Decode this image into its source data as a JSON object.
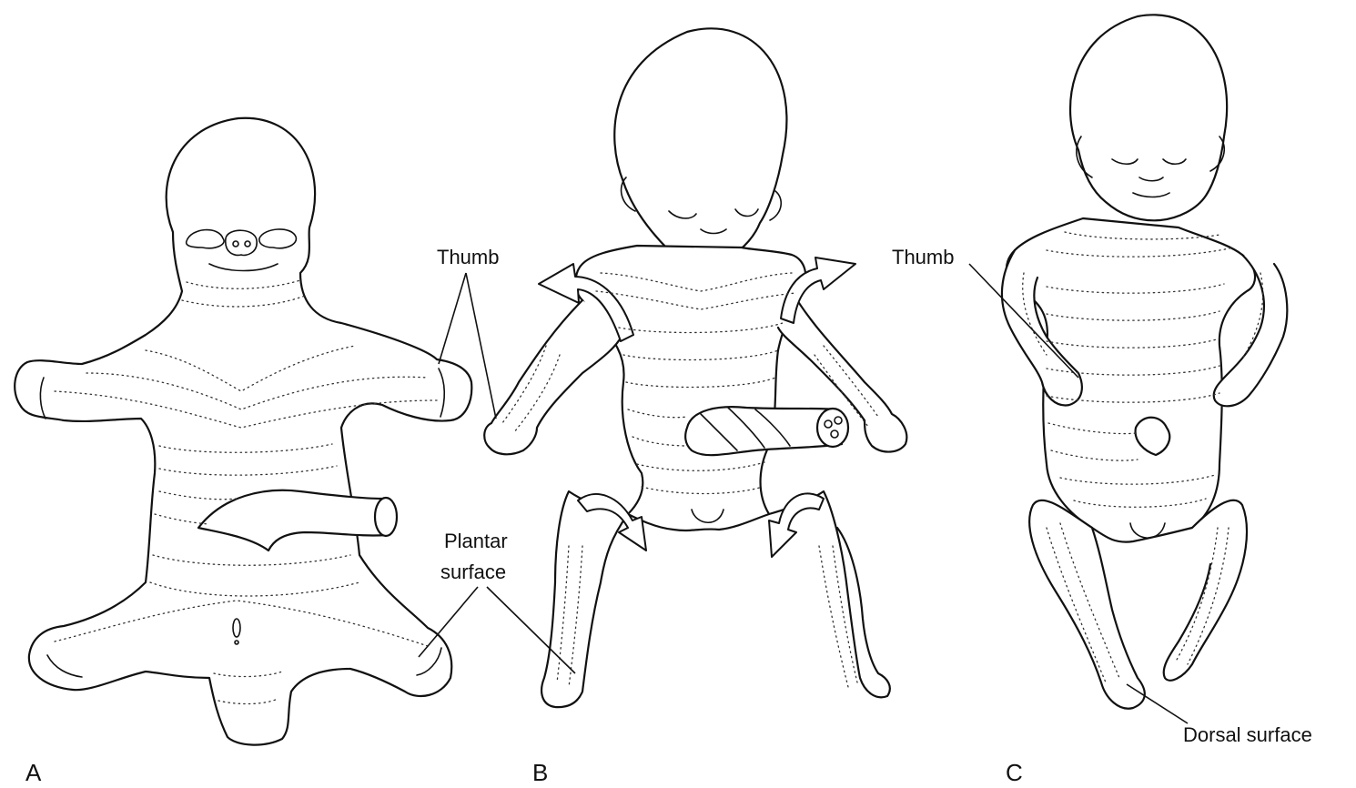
{
  "figure": {
    "panels": [
      {
        "id": "A",
        "label": "A"
      },
      {
        "id": "B",
        "label": "B"
      },
      {
        "id": "C",
        "label": "C"
      }
    ],
    "labels": {
      "thumb_b": "Thumb",
      "plantar_line1": "Plantar",
      "plantar_line2": "surface",
      "thumb_c": "Thumb",
      "dorsal": "Dorsal surface"
    },
    "colors": {
      "line": "#111111",
      "background": "#ffffff"
    }
  }
}
